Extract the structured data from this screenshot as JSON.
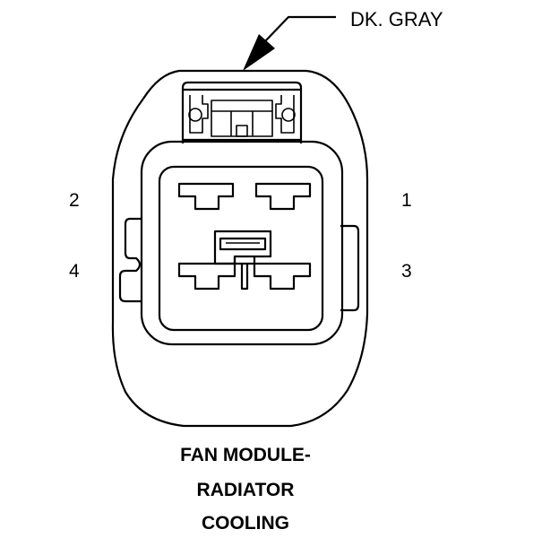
{
  "connector": {
    "wire_color": "DK. GRAY",
    "pins": {
      "p1": "1",
      "p2": "2",
      "p3": "3",
      "p4": "4"
    },
    "title": {
      "line1": "FAN MODULE-",
      "line2": "RADIATOR",
      "line3": "COOLING"
    }
  }
}
